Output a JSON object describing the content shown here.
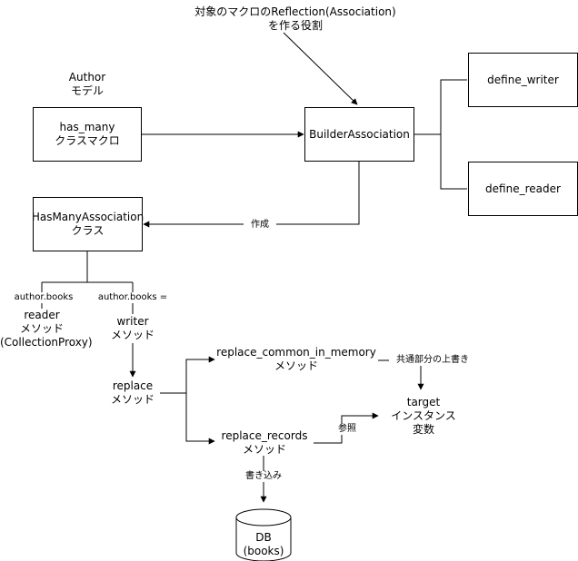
{
  "note": {
    "line1": "対象のマクロのReflection(Association)",
    "line2": "を作る役割"
  },
  "author": {
    "line1": "Author",
    "line2": "モデル"
  },
  "has_many": {
    "line1": "has_many",
    "line2": "クラスマクロ"
  },
  "builder": {
    "label": "BuilderAssociation"
  },
  "define_writer": {
    "label": "define_writer"
  },
  "define_reader": {
    "label": "define_reader"
  },
  "hma": {
    "line1": "HasManyAssociation",
    "line2": "クラス"
  },
  "create_label": "作成",
  "author_books": "author.books",
  "author_books_eq": "author.books =",
  "reader": {
    "line1": "reader",
    "line2": "メソッド",
    "line3": "(CollectionProxy)"
  },
  "writer": {
    "line1": "writer",
    "line2": "メソッド"
  },
  "replace": {
    "line1": "replace",
    "line2": "メソッド"
  },
  "rcim": {
    "line1": "replace_common_in_memory",
    "line2": "メソッド"
  },
  "rr": {
    "line1": "replace_records",
    "line2": "メソッド"
  },
  "overwrite_label": "共通部分の上書き",
  "target": {
    "line1": "target",
    "line2": "インスタンス",
    "line3": "変数"
  },
  "ref_label": "参照",
  "write_label": "書き込み",
  "db": {
    "line1": "DB",
    "line2": "(books)"
  }
}
